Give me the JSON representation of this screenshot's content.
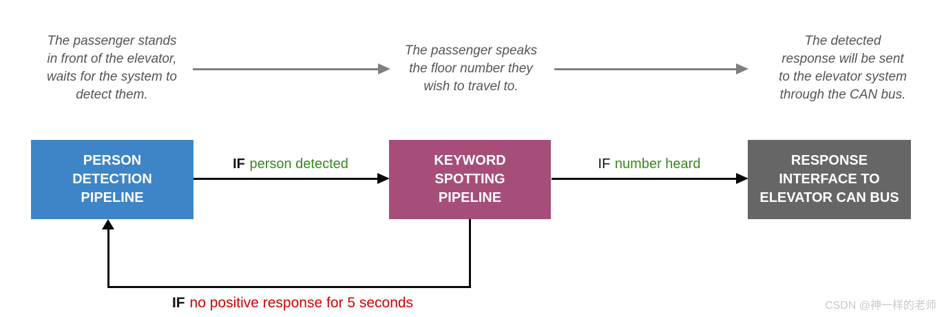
{
  "annotations": [
    {
      "text": "The passenger stands\nin front of the elevator,\nwaits for the system to\ndetect them."
    },
    {
      "text": "The passenger speaks\nthe floor number they\nwish to travel to."
    },
    {
      "text": "The detected\nresponse will be sent\nto the elevator system\nthrough the CAN bus."
    }
  ],
  "boxes": [
    {
      "label": "PERSON\nDETECTION\nPIPELINE",
      "color": "#3d85c6"
    },
    {
      "label": "KEYWORD\nSPOTTING\nPIPELINE",
      "color": "#a64d79"
    },
    {
      "label": "RESPONSE\nINTERFACE TO\nELEVATOR CAN BUS",
      "color": "#666666"
    }
  ],
  "transitions": [
    {
      "keyword": "IF",
      "condition": "person detected",
      "condition_color": "#38861f"
    },
    {
      "keyword": "IF",
      "condition": "number heard",
      "condition_color": "#38861f"
    },
    {
      "keyword": "IF",
      "condition": "no positive response for 5 seconds",
      "condition_color": "#d50000"
    }
  ],
  "watermark": {
    "text": "CSDN @神一样的老师"
  },
  "colors": {
    "person_box": "#3d85c6",
    "keyword_box": "#a64d79",
    "response_box": "#666666",
    "condition_green": "#38861f",
    "condition_red": "#d50000",
    "annotation_gray": "#545454"
  }
}
